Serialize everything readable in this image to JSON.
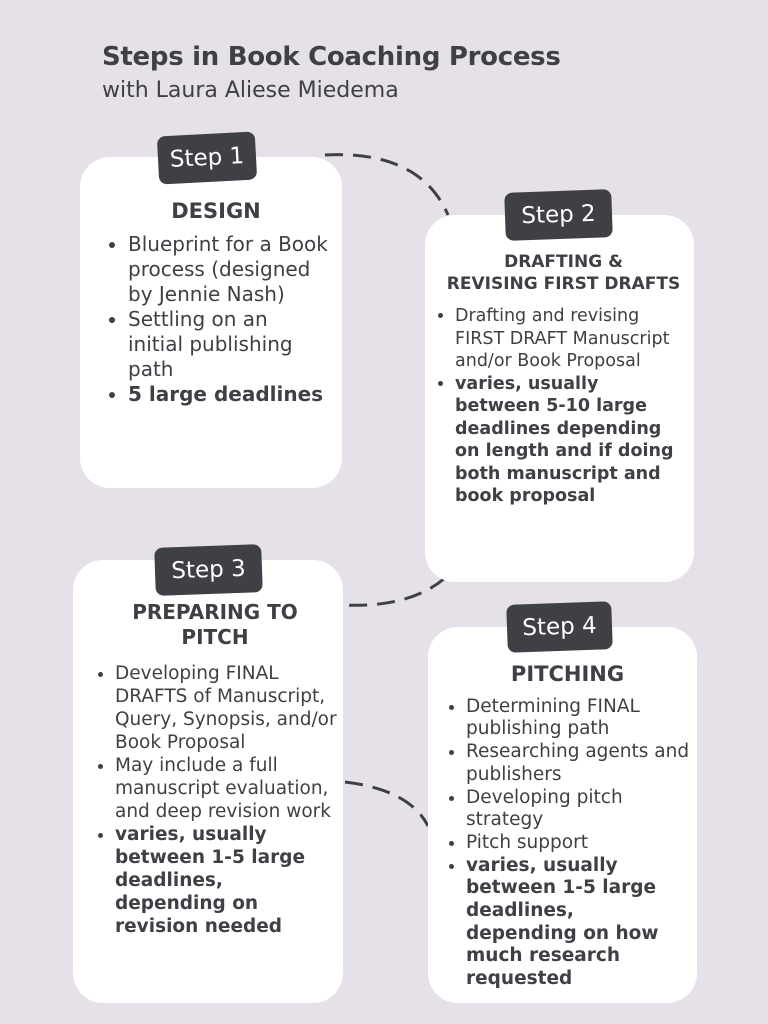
{
  "title": "Steps in Book Coaching Process",
  "subtitle": "with Laura Aliese Miedema",
  "steps": [
    {
      "badge": "Step 1",
      "heading": "DESIGN",
      "items": [
        "Blueprint for a Book process (designed by Jennie Nash)",
        "Settling on an initial publishing path",
        "5 large deadlines"
      ]
    },
    {
      "badge": "Step 2",
      "heading_line1": "DRAFTING  &",
      "heading_line2": "REVISING FIRST DRAFTS",
      "items": [
        "Drafting and revising FIRST DRAFT Manuscript and/or Book Proposal",
        "varies, usually between 5-10 large deadlines depending on length and if doing both manuscript and book proposal"
      ]
    },
    {
      "badge": "Step 3",
      "heading_line1": "PREPARING TO",
      "heading_line2": "PITCH",
      "items": [
        "Developing FINAL DRAFTS of Manuscript, Query, Synopsis, and/or Book Proposal",
        "May include a full manuscript evaluation, and deep revision work",
        "varies, usually between 1-5 large deadlines, depending on revision needed"
      ]
    },
    {
      "badge": "Step 4",
      "heading": "PITCHING",
      "items": [
        "Determining FINAL publishing path",
        "Researching agents and publishers",
        "Developing pitch strategy",
        "Pitch support",
        "varies, usually between 1-5 large deadlines, depending on how much research requested"
      ]
    }
  ]
}
